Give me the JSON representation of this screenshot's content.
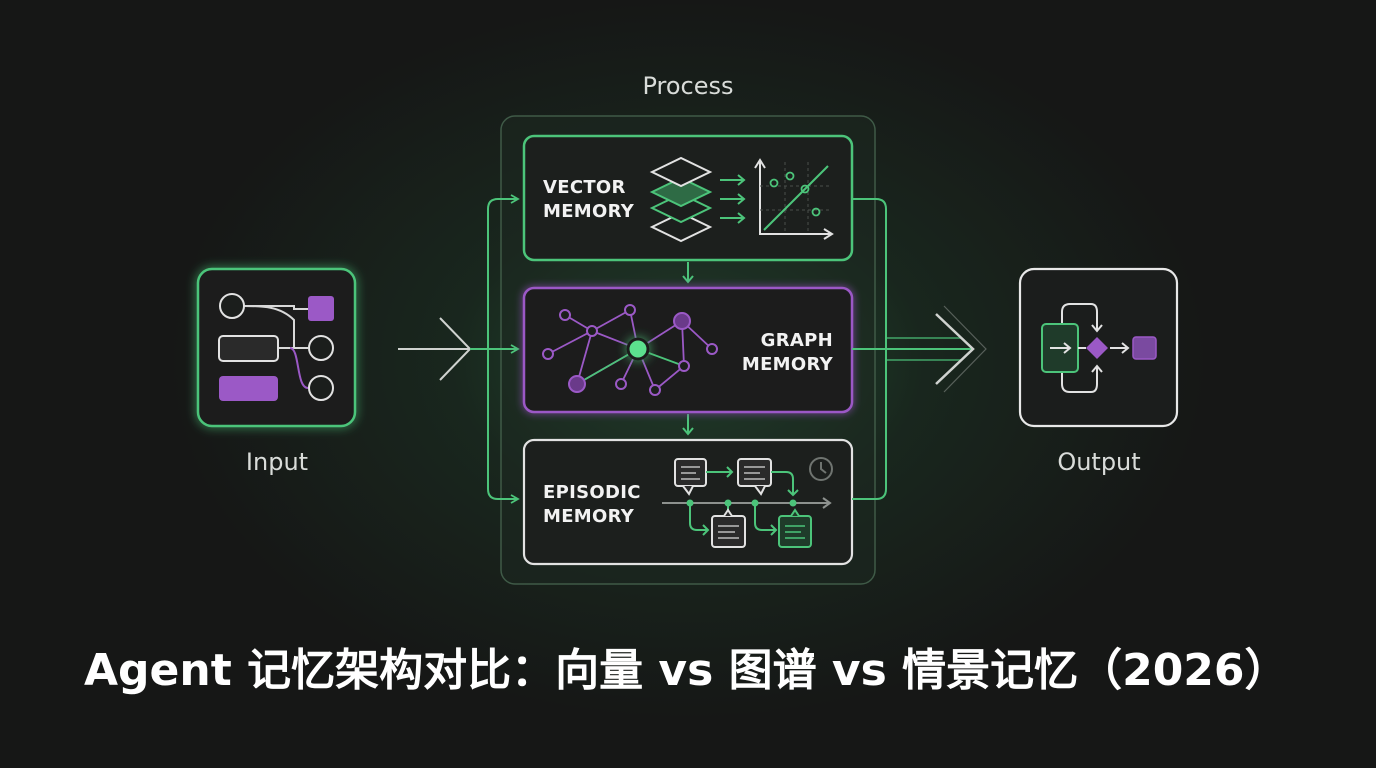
{
  "labels": {
    "process": "Process",
    "input": "Input",
    "output": "Output"
  },
  "memories": {
    "vector": {
      "line1": "VECTOR",
      "line2": "MEMORY"
    },
    "graph": {
      "line1": "GRAPH",
      "line2": "MEMORY"
    },
    "episodic": {
      "line1": "EPISODIC",
      "line2": "MEMORY"
    }
  },
  "title": "Agent 记忆架构对比：向量 vs 图谱 vs 情景记忆（2026）",
  "colors": {
    "background": "#161716",
    "accent_green": "#4cc47a",
    "accent_purple": "#9b59c6",
    "white_border": "#e8e8e8"
  },
  "icons": {
    "input": "flowchart-icon",
    "vector": "layer-stack-icon",
    "vector_plot": "scatter-plot-icon",
    "graph": "network-graph-icon",
    "episodic": "timeline-icon",
    "clock": "clock-icon",
    "output": "decision-flow-icon"
  }
}
